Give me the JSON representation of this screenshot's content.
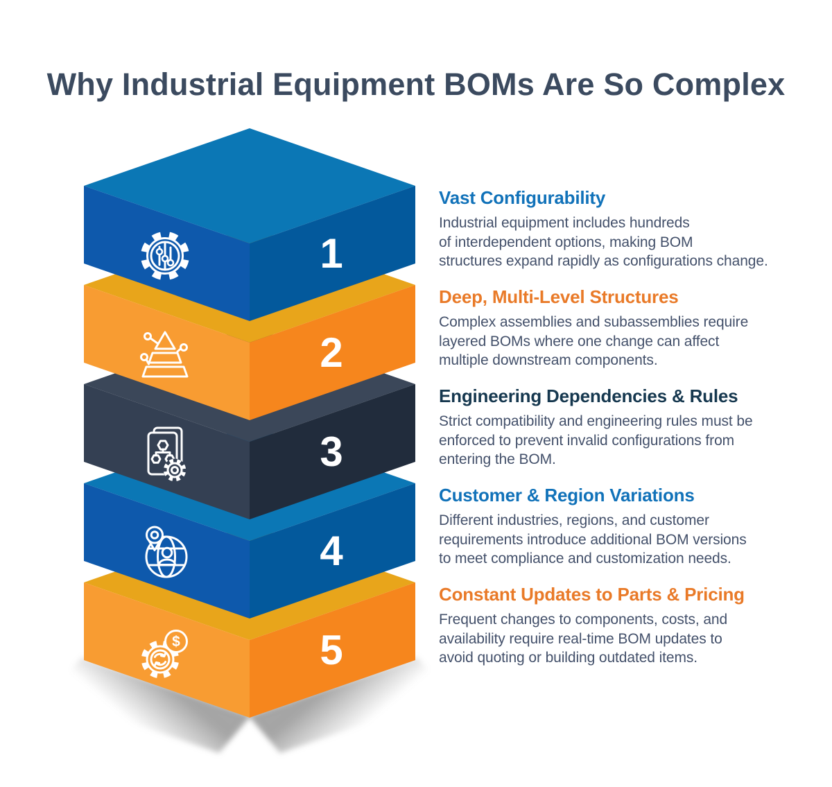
{
  "title": "Why Industrial Equipment BOMs Are So Complex",
  "colors": {
    "title_text": "#3B4A5F",
    "body_text": "#43506A",
    "accent_blue": "#1172B9",
    "accent_orange": "#E97A28",
    "accent_navy": "#16384F",
    "shadow": "#8F8F8F",
    "background": "#FFFFFF"
  },
  "sections": [
    {
      "number": "1",
      "heading": "Vast Configurability",
      "accent": "#1172B9",
      "icon": "configuration-gear-circuit-icon",
      "body": "Industrial equipment includes hundreds\nof interdependent options, making BOM\nstructures expand rapidly as configurations change."
    },
    {
      "number": "2",
      "heading": "Deep, Multi-Level Structures",
      "accent": "#E97A28",
      "icon": "layered-pyramid-icon",
      "body": "Complex assemblies and subassemblies require\nlayered BOMs where one change can affect\nmultiple downstream components."
    },
    {
      "number": "3",
      "heading": "Engineering Dependencies & Rules",
      "accent": "#16384F",
      "icon": "rules-document-gear-icon",
      "body": "Strict compatibility and engineering rules must be\nenforced to prevent invalid configurations from\nentering the BOM."
    },
    {
      "number": "4",
      "heading": "Customer & Region Variations",
      "accent": "#1172B9",
      "icon": "globe-location-person-icon",
      "body": "Different industries, regions, and customer\nrequirements introduce additional BOM versions\nto meet compliance and customization needs."
    },
    {
      "number": "5",
      "heading": "Constant Updates to Parts & Pricing",
      "accent": "#E97A28",
      "icon": "pricing-refresh-gear-icon",
      "body": "Frequent changes to components, costs, and\navailability require real-time BOM updates to\navoid quoting or building outdated items."
    }
  ],
  "stack": {
    "layers": [
      {
        "number": "1",
        "icon": "configuration-gear-circuit-icon",
        "colors": {
          "top": "#0B77B5",
          "left": "#0E59AC",
          "right": "#03599C"
        }
      },
      {
        "number": "2",
        "icon": "layered-pyramid-icon",
        "colors": {
          "top": "#E8A51B",
          "left": "#F89C32",
          "right": "#F6861D"
        }
      },
      {
        "number": "3",
        "icon": "rules-document-gear-icon",
        "colors": {
          "top": "#3B4759",
          "left": "#344053",
          "right": "#212C3C"
        }
      },
      {
        "number": "4",
        "icon": "globe-location-person-icon",
        "colors": {
          "top": "#0B77B5",
          "left": "#0E59AC",
          "right": "#03599C"
        }
      },
      {
        "number": "5",
        "icon": "pricing-refresh-gear-icon",
        "colors": {
          "top": "#E8A51B",
          "left": "#F89C32",
          "right": "#F6861D"
        }
      }
    ]
  },
  "icons": {
    "dollar_symbol": "$"
  }
}
